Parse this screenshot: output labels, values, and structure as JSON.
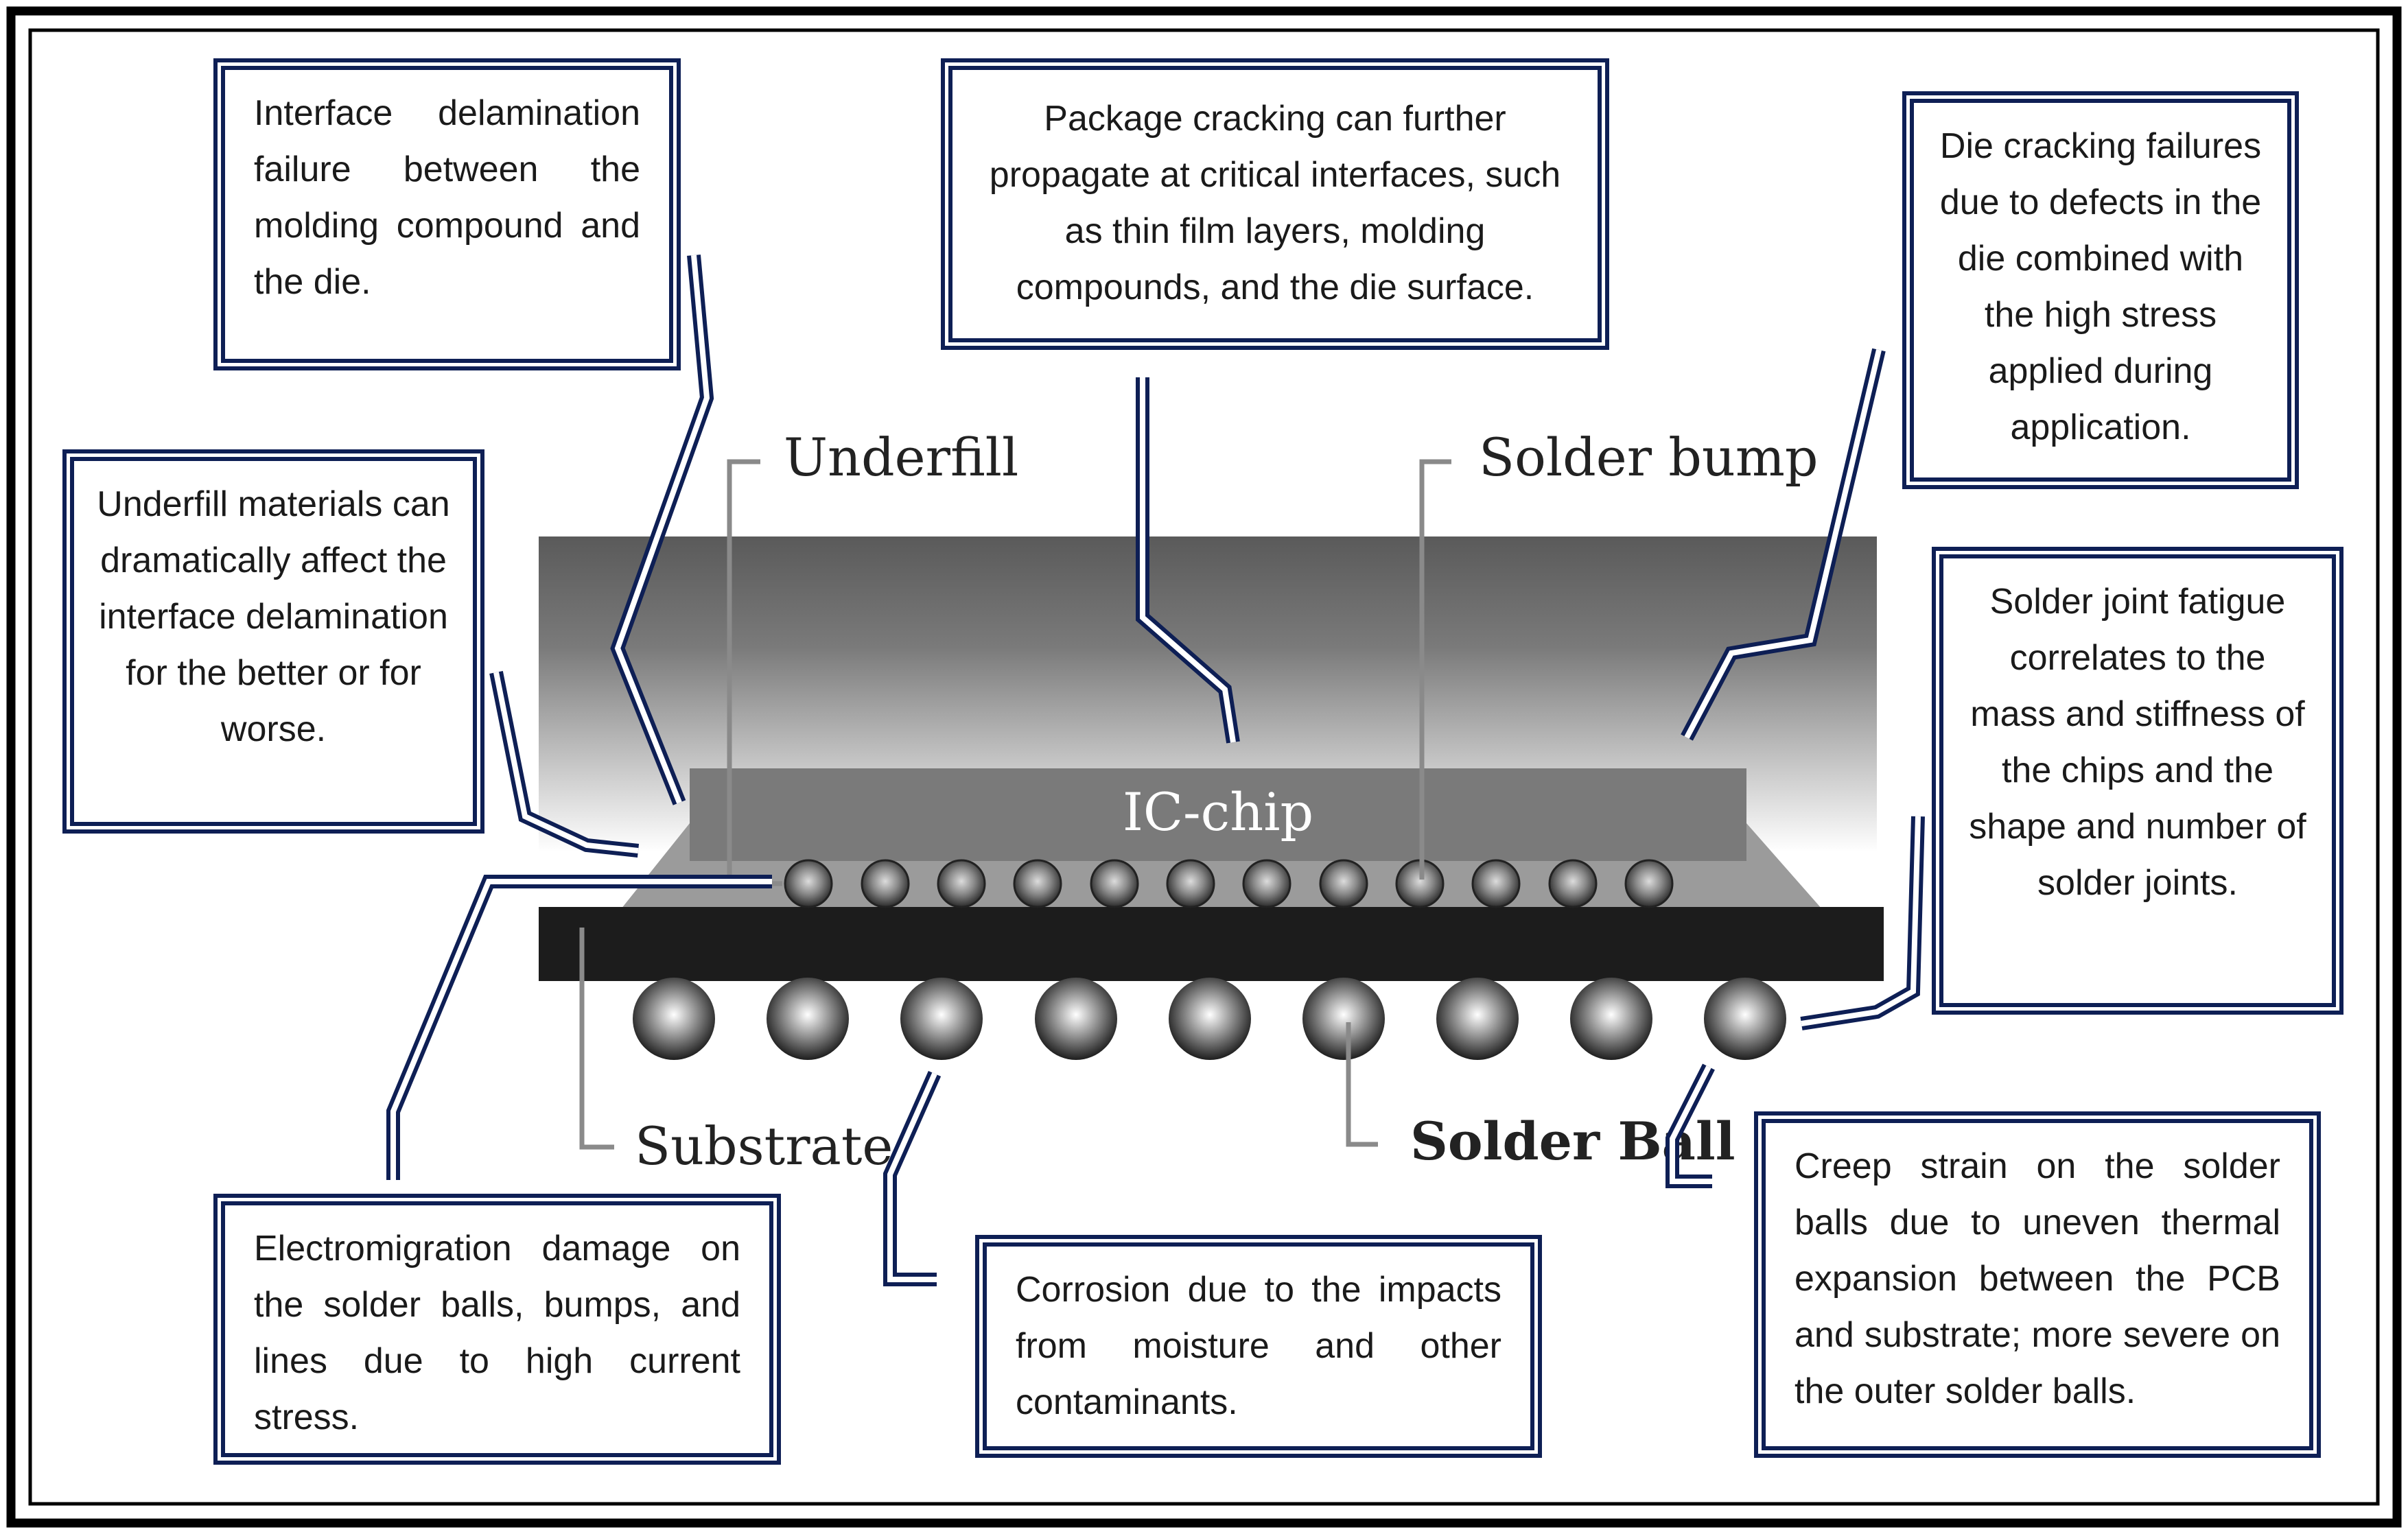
{
  "components": {
    "underfill": "Underfill",
    "solder_bump": "Solder bump",
    "ic_chip": "IC-chip",
    "substrate": "Substrate",
    "solder_ball": "Solder Ball"
  },
  "callouts": {
    "interface_delamination": "Interface delamination failure between the molding compound and the die.",
    "package_cracking": "Package cracking can further propagate at critical interfaces, such as thin film layers, molding compounds, and the die surface.",
    "die_cracking": "Die cracking failures due to defects in the die combined with the high stress applied during application.",
    "underfill_materials": "Underfill materials can dramatically affect the interface delamination for the better or for worse.",
    "solder_joint_fatigue": "Solder joint fatigue correlates to the mass and stiffness of the chips and the shape and number of solder joints.",
    "electromigration": "Electromigration damage on the solder balls, bumps, and lines due to high current stress.",
    "corrosion": "Corrosion due to the impacts from moisture and other contaminants.",
    "creep_strain": "Creep strain on the solder balls due to uneven thermal expansion between the PCB and substrate; more severe on the outer solder balls."
  },
  "colors": {
    "frame": "#000000",
    "callout_border": "#0e1f55",
    "leader_line": "#0e1f55",
    "substrate": "#1c1c1c",
    "ic_chip": "#7a7a7a",
    "mold_top": "#5e5e5e"
  }
}
